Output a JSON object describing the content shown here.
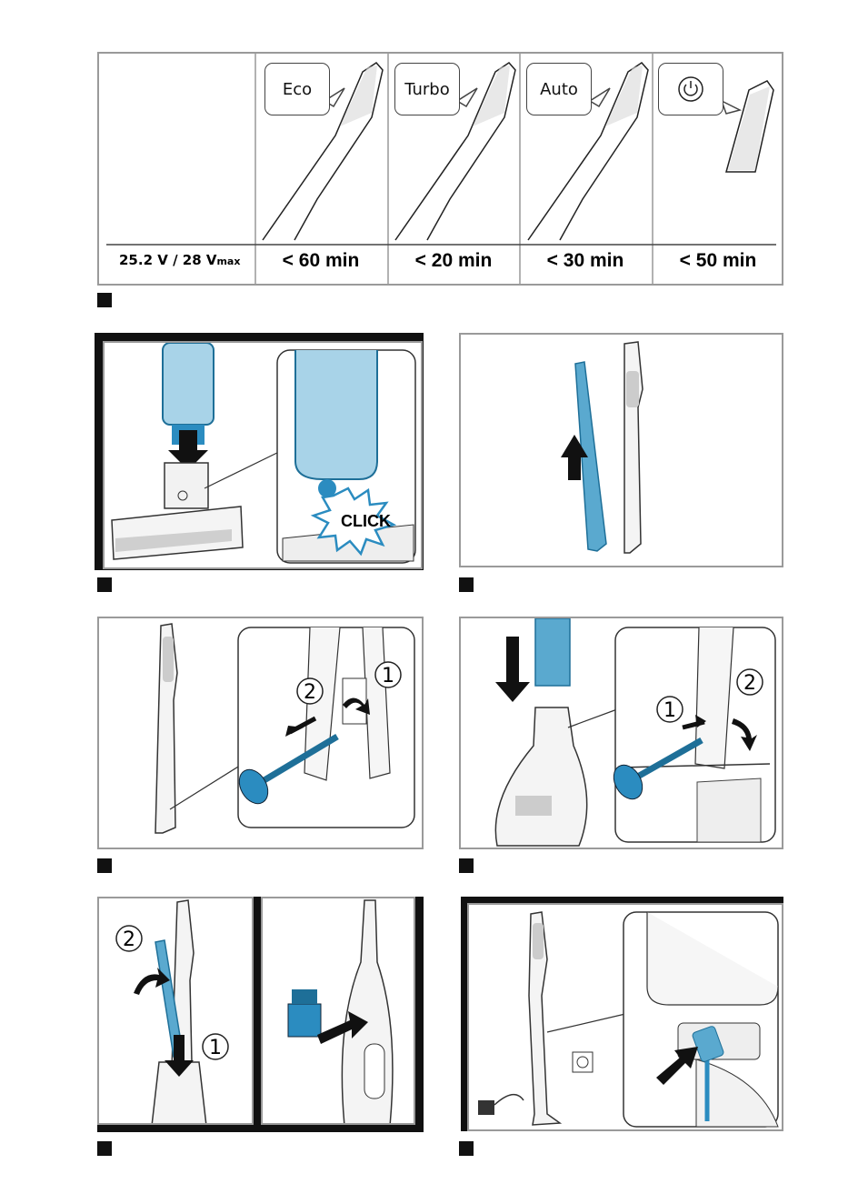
{
  "battery_table": {
    "voltage_main": "25.2 V / 28 V",
    "voltage_suffix": "max",
    "modes": [
      {
        "label": "Eco",
        "runtime": "< 60 min"
      },
      {
        "label": "Turbo",
        "runtime": "< 20 min"
      },
      {
        "label": "Auto",
        "runtime": "< 30 min"
      },
      {
        "label": "",
        "runtime": "< 50 min",
        "icon": "power-icon"
      }
    ]
  },
  "figures": {
    "click_label": "CLICK",
    "step_numbers": [
      "1",
      "2"
    ]
  },
  "colors": {
    "accent_blue": "#5aa9cf",
    "dark_blue": "#1e6f98",
    "frame_gray": "#9a9a9a",
    "marker_black": "#111111"
  }
}
